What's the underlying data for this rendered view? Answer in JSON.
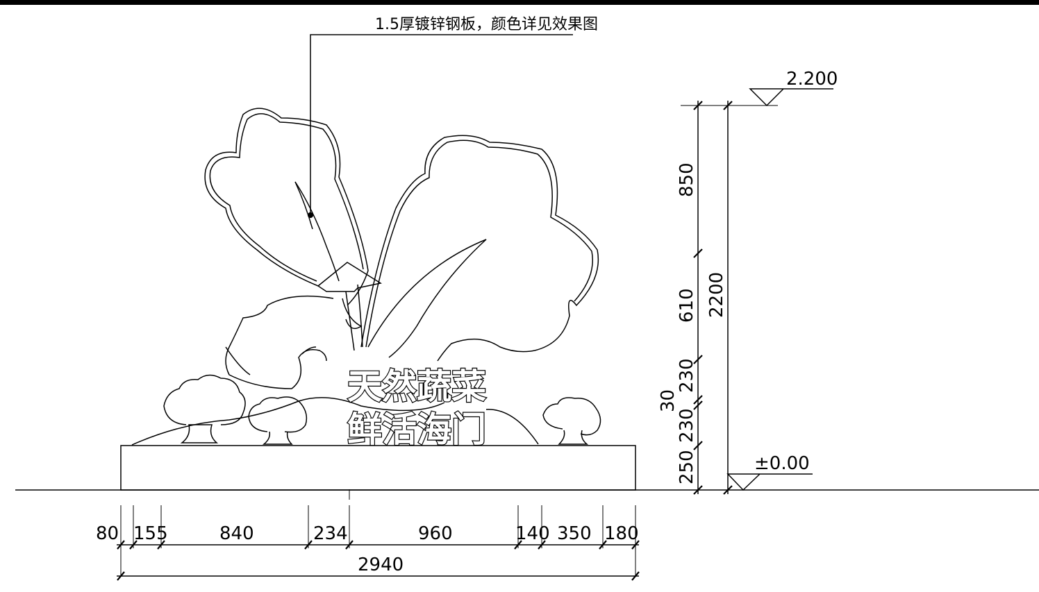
{
  "drawing": {
    "annotation": "1.5厚镀锌钢板，颜色详见效果图",
    "elevation_top": "2.200",
    "elevation_base": "±0.00",
    "sign_line1": "天然蔬菜",
    "sign_line2": "鲜活海门",
    "horizontal_dims": [
      "80",
      "155",
      "840",
      "234",
      "960",
      "140",
      "350",
      "180"
    ],
    "total_width": "2940",
    "vertical_dims": [
      "850",
      "610",
      "230",
      "30",
      "230",
      "250"
    ],
    "total_height": "2200"
  }
}
